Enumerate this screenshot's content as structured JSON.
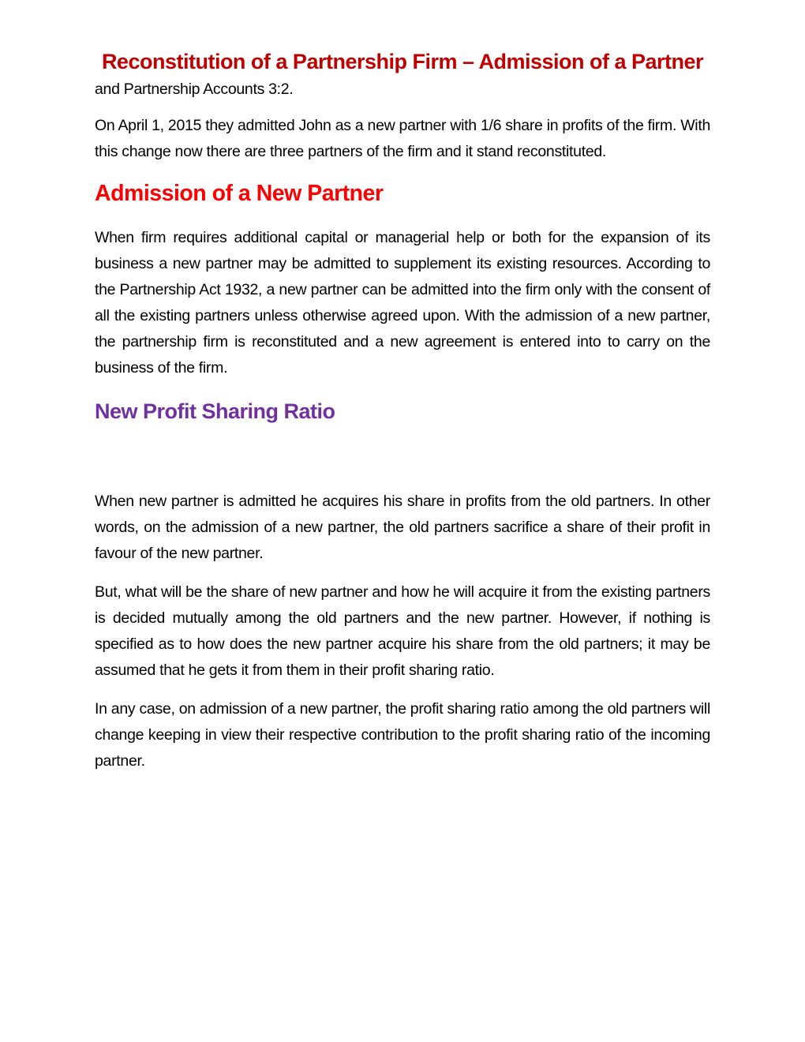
{
  "document": {
    "title": "Reconstitution of a Partnership Firm – Admission of a Partner",
    "colors": {
      "title": "#C00000",
      "heading2": "#FF0000",
      "heading3": "#7030A0"
    },
    "intro_paragraphs": [
      "and Partnership Accounts 3:2.",
      "On April 1, 2015 they admitted John as a new partner with 1/6 share in profits of the firm. With this change now there are three partners of the firm and it stand reconstituted."
    ],
    "section1": {
      "heading": "Admission of a New Partner",
      "paragraphs": [
        "When firm requires additional capital or managerial help or both for the expansion of its business a new partner may be admitted to supplement its existing resources. According to the Partnership Act 1932, a new partner can be admitted into the firm only with the consent of all the existing partners unless otherwise agreed upon. With the admission of a new partner, the partnership firm is reconstituted and a new agreement is entered into to carry on the business of the firm."
      ]
    },
    "section2": {
      "heading": "New Profit Sharing Ratio",
      "paragraphs": [
        "When new partner is admitted he acquires his share in profits from the old partners. In other words, on the admission of a new partner, the old partners sacrifice a share of their profit in favour of the new partner.",
        "But, what will be the share of new partner and how he will acquire it from the existing partners is decided mutually among the old partners and the new partner. However, if nothing is specified as to how does the new partner acquire his share from the old partners; it may be assumed that he gets it from them in their profit sharing ratio.",
        "In any case, on admission of a new partner, the profit sharing ratio among the old partners will change keeping in view their respective contribution to the profit sharing ratio of the incoming partner."
      ]
    }
  }
}
